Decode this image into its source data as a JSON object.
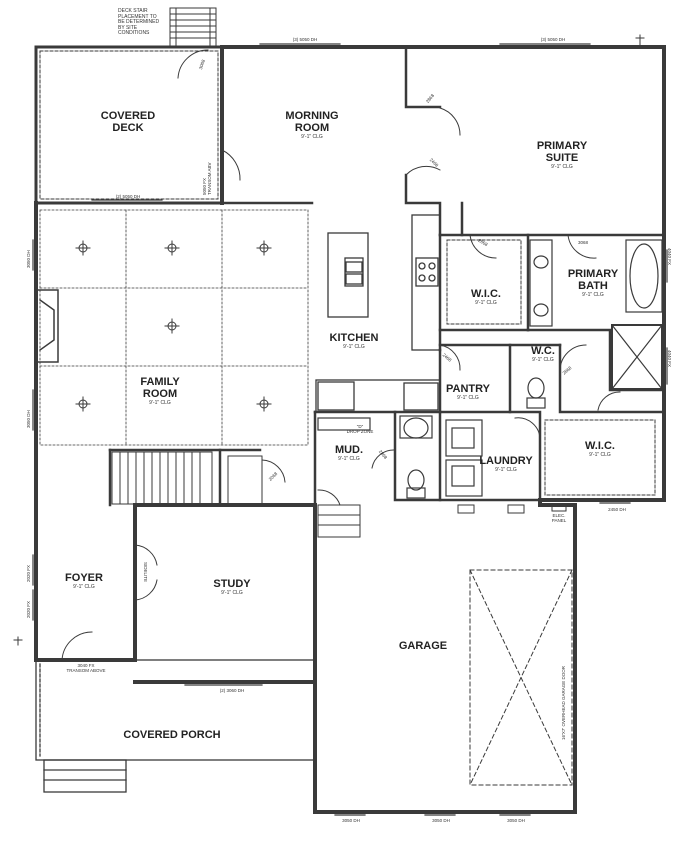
{
  "rooms": {
    "covered_deck": {
      "name_line1": "COVERED",
      "name_line2": "DECK"
    },
    "morning_room": {
      "name_line1": "MORNING",
      "name_line2": "ROOM",
      "clg": "9'-1\" CLG"
    },
    "primary_suite": {
      "name_line1": "PRIMARY",
      "name_line2": "SUITE",
      "clg": "9'-1\" CLG"
    },
    "primary_bath": {
      "name_line1": "PRIMARY",
      "name_line2": "BATH",
      "clg": "9'-1\" CLG"
    },
    "wic_upper": {
      "name": "W.I.C.",
      "clg": "9'-1\" CLG"
    },
    "kitchen": {
      "name": "KITCHEN",
      "clg": "9'-1\" CLG"
    },
    "family_room": {
      "name_line1": "FAMILY",
      "name_line2": "ROOM",
      "clg": "9'-1\" CLG"
    },
    "pantry": {
      "name": "PANTRY",
      "clg": "9'-1\" CLG"
    },
    "wc": {
      "name": "W.C.",
      "clg": "9'-1\" CLG"
    },
    "wic_lower": {
      "name": "W.I.C.",
      "clg": "9'-1\" CLG"
    },
    "mud": {
      "name": "MUD.",
      "clg": "9'-1\" CLG"
    },
    "laundry": {
      "name": "LAUNDRY",
      "clg": "9'-1\" CLG"
    },
    "foyer": {
      "name": "FOYER",
      "clg": "9'-1\" CLG"
    },
    "study": {
      "name": "STUDY",
      "clg": "9'-1\" CLG"
    },
    "garage": {
      "name": "GARAGE"
    },
    "covered_porch": {
      "name": "COVERED PORCH"
    }
  },
  "notes": {
    "deck_stair": [
      "DECK STAIR",
      "PLACEMENT TO",
      "BE DETERMINED",
      "BY SITE",
      "CONDITIONS"
    ],
    "window_morning": "(3) 5050 DH",
    "window_suite": "(3) 5050 DH",
    "window_deck": "(2) 5050 DH",
    "window_study": "(2) 3060 DH",
    "window_family_left_top": "3050 DH",
    "window_family_left_bottom": "3050 DH",
    "window_foyer_top": "2020 FX",
    "window_foyer_bottom": "2020 FX",
    "window_wic": "2450 DH",
    "window_bath": "4040 FX",
    "window_shower": "4040 FX",
    "garage_windows": [
      "3050 DH",
      "3050 DH",
      "3050 DH"
    ],
    "garage_door": "16'X7' OVERHEAD GARAGE DOOR",
    "elec_panel": [
      "ELEC.",
      "PANEL"
    ],
    "drop_zone": [
      "\"D\"",
      "DROP ZONE"
    ],
    "foyer_door": [
      "3040 FX",
      "TRANSOM ABOVE"
    ],
    "transom": [
      "5050 FX",
      "TRANSOM ABV"
    ],
    "sidelite": "SIDELITE",
    "door_labels": [
      "3068",
      "2868",
      "2468",
      "2868",
      "3068",
      "2468",
      "2868",
      "2868",
      "2068"
    ]
  }
}
